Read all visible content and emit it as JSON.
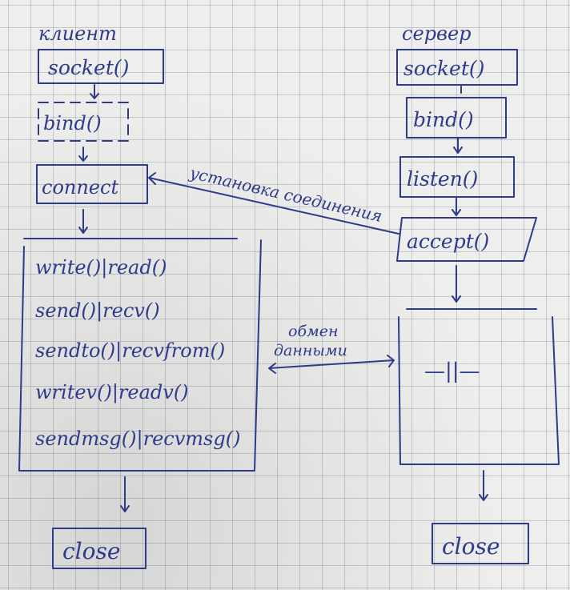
{
  "client": {
    "heading": "клиент",
    "socket": "socket()",
    "bind": "bind()",
    "connect": "connect",
    "io": [
      "write()|read()",
      "send()|recv()",
      "sendto()|recvfrom()",
      "writev()|readv()",
      "sendmsg()|recvmsg()"
    ],
    "close": "close"
  },
  "server": {
    "heading": "сервер",
    "socket": "socket()",
    "bind": "bind()",
    "listen": "listen()",
    "accept": "accept()",
    "io": "—||—",
    "close": "close"
  },
  "connection_label": "установка соединения",
  "exchange_label": [
    "обмен",
    "данными"
  ],
  "colors": {
    "ink": "#2e3a8c",
    "paper": "#eeeeec",
    "grid": "#78828f"
  }
}
